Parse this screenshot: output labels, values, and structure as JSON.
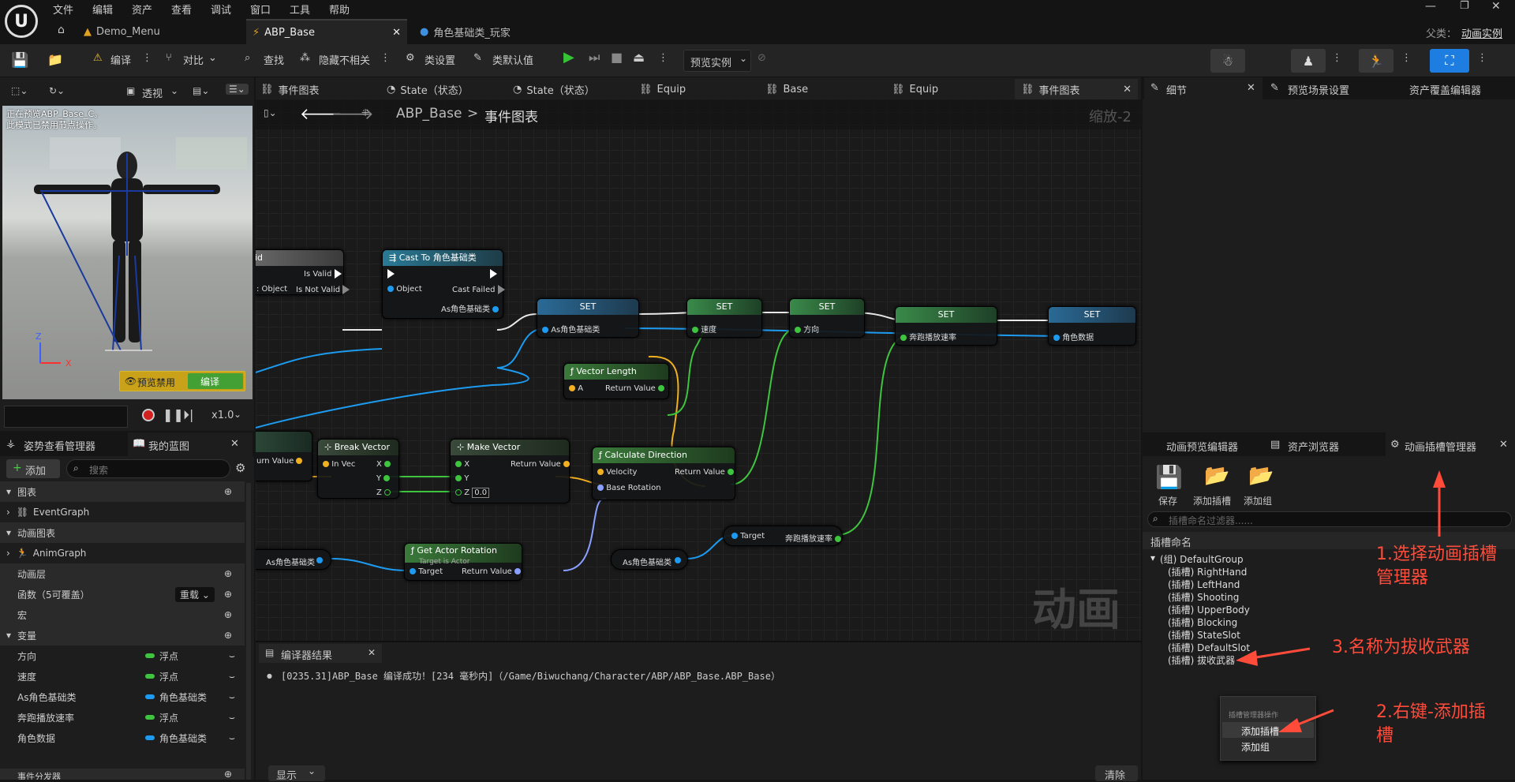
{
  "menu": [
    "文件",
    "编辑",
    "资产",
    "查看",
    "调试",
    "窗口",
    "工具",
    "帮助"
  ],
  "tabs": {
    "t1": "Demo_Menu",
    "t2": "ABP_Base",
    "t3": "角色基础类_玩家"
  },
  "parent": {
    "label": "父类：",
    "value": "动画实例"
  },
  "toolbar": {
    "compile": "编译",
    "diff": "对比",
    "find": "查找",
    "hide": "隐藏不相关",
    "class_settings": "类设置",
    "class_defaults": "类默认值",
    "preview_instance": "预览实例"
  },
  "viewport": {
    "perspective": "透视",
    "msg1": "正在预览ABP_Base_C。",
    "msg2": "此模式已禁用节点操作。",
    "preview_disabled": "预览禁用",
    "compile": "编译",
    "speed": "x1.0",
    "z": "Z",
    "x": "X"
  },
  "graph_tabs": [
    "事件图表",
    "State（状态）",
    "State（状态）",
    "Equip",
    "Base",
    "Equip",
    "事件图表"
  ],
  "breadcrumb": {
    "root": "ABP_Base",
    "sep": ">",
    "leaf": "事件图表",
    "zoom": "缩放-2",
    "watermark": "动画"
  },
  "nodes": {
    "left_id": "id",
    "is_valid": "Is Valid",
    "is_not_valid": "Is Not Valid",
    "object_l": ": Object",
    "cast": "Cast To 角色基础类",
    "object": "Object",
    "cast_failed": "Cast Failed",
    "as_char": "As角色基础类",
    "set": "SET",
    "set1_pin": "As角色基础类",
    "set2_pin": "速度",
    "set3_pin": "方向",
    "set4_pin": "奔跑播放速率",
    "set5_pin": "角色数据",
    "vlen": "Vector Length",
    "a": "A",
    "rv": "Return Value",
    "calc": "Calculate Direction",
    "velocity": "Velocity",
    "base_rot": "Base Rotation",
    "break": "Break Vector",
    "in_vec": "In Vec",
    "x": "X",
    "y": "Y",
    "z": "Z",
    "make": "Make Vector",
    "z_val": "0.0",
    "urn": "urn Value",
    "gar": "Get Actor Rotation",
    "target_actor": "Target is Actor",
    "target": "Target",
    "as_char2": "As角色基础类",
    "as_char3": "As角色基础类",
    "run_rate": "奔跑播放速率"
  },
  "compiler": {
    "title": "编译器结果",
    "msg": "[0235.31]ABP_Base 编译成功！[234 毫秒内]（/Game/Biwuchang/Character/ABP/ABP_Base.ABP_Base）",
    "show": "显示",
    "clear": "清除"
  },
  "left": {
    "pose": "姿势查看管理器",
    "bp": "我的蓝图",
    "add": "添加",
    "search_ph": "搜索",
    "graphs": "图表",
    "event_graph": "EventGraph",
    "anim_graphs": "动画图表",
    "anim_graph": "AnimGraph",
    "anim_layers": "动画层",
    "functions": "函数（5可覆盖）",
    "override": "重载",
    "macros": "宏",
    "variables": "变量",
    "vars": [
      {
        "name": "方向",
        "type": "浮点",
        "color": "#3ec43e"
      },
      {
        "name": "速度",
        "type": "浮点",
        "color": "#3ec43e"
      },
      {
        "name": "As角色基础类",
        "type": "角色基础类",
        "color": "#1d9bf0"
      },
      {
        "name": "奔跑播放速率",
        "type": "浮点",
        "color": "#3ec43e"
      },
      {
        "name": "角色数据",
        "type": "角色基础类",
        "color": "#1d9bf0"
      }
    ],
    "dispatch": "事件分发器"
  },
  "right": {
    "details": "细节",
    "preview_scene": "预览场景设置",
    "asset_override": "资产覆盖编辑器",
    "anim_preview": "动画预览编辑器",
    "asset_browser": "资产浏览器",
    "socket_mgr": "动画插槽管理器",
    "save": "保存",
    "add_slot": "添加插槽",
    "add_group": "添加组",
    "filter_ph": "插槽命名过滤器......",
    "slot_name": "插槽命名",
    "group": "(组) DefaultGroup",
    "slots": [
      "(插槽) RightHand",
      "(插槽) LeftHand",
      "(插槽) Shooting",
      "(插槽) UpperBody",
      "(插槽) Blocking",
      "(插槽) StateSlot",
      "(插槽) DefaultSlot",
      "(插槽) 拔收武器"
    ],
    "ctx_title": "插槽管理器操作",
    "ctx_add_slot": "添加插槽",
    "ctx_add_group": "添加组"
  },
  "annotations": {
    "a1l1": "1.选择动画插槽",
    "a1l2": "管理器",
    "a2l1": "2.右键-添加插",
    "a2l2": "槽",
    "a3": "3.名称为拔收武器"
  }
}
